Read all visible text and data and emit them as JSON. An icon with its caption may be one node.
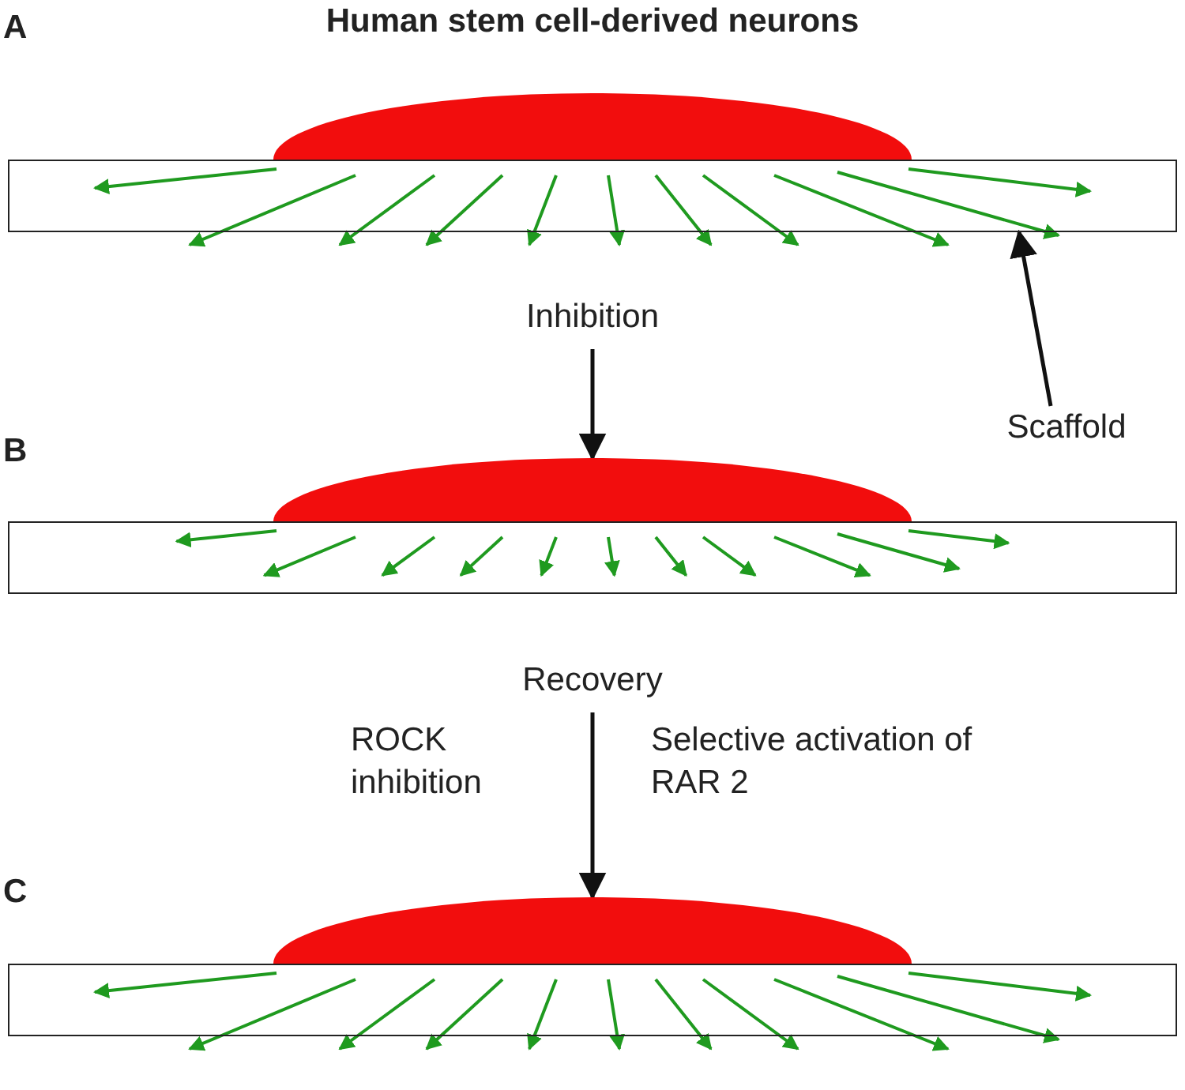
{
  "diagram": {
    "title": "Human stem cell-derived neurons",
    "nodes": [
      {
        "text": [],
        "shape": "dome"
      },
      {
        "text": [],
        "shape": "box"
      },
      {
        "text": [
          "Inhibition"
        ]
      },
      {
        "text": [
          "Scaffold"
        ]
      },
      {
        "text": [],
        "shape": "dome"
      },
      {
        "text": [],
        "shape": "box"
      },
      {
        "text": [
          "Recovery"
        ]
      },
      {
        "text": [],
        "shape": "dome"
      },
      {
        "text": [],
        "shape": "box"
      }
    ],
    "edges": [
      {
        "from": 3,
        "to": 1,
        "arrow": "to"
      },
      {
        "from": 2,
        "to": 4,
        "arrow": "to"
      },
      {
        "from": 6,
        "to": 7,
        "arrow": "to"
      }
    ],
    "labels": [
      "A",
      "B",
      "ROCK inhibition",
      "Selective activation of RAR 2",
      "C"
    ]
  }
}
